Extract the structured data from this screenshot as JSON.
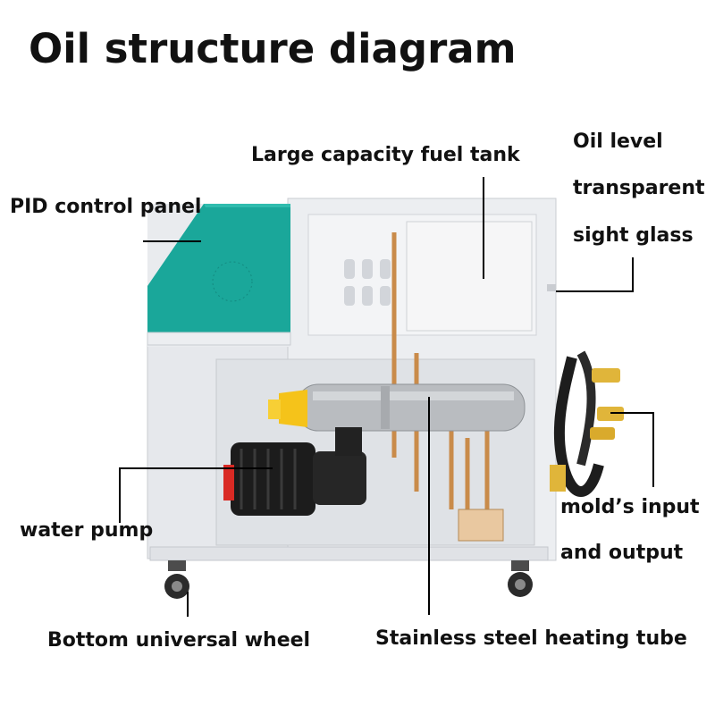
{
  "title": "Oil structure diagram",
  "labels": {
    "fuel_tank": "Large capacity fuel tank",
    "oil_level_1": "Oil level",
    "oil_level_2": "transparent",
    "oil_level_3": "sight glass",
    "pid_panel": "PID control panel",
    "water_pump": "water pump",
    "mold_1": "mold’s input",
    "mold_2": "and output",
    "wheel": "Bottom universal wheel",
    "heating_tube": "Stainless steel heating tube"
  },
  "colors": {
    "panel": "#1aa79a",
    "cabinet": "#e8eaee",
    "tube": "#b9bcc0",
    "cap": "#f5c31a",
    "copper": "#c98b4a",
    "pump": "#1c1c1c",
    "leader": "#000000"
  }
}
